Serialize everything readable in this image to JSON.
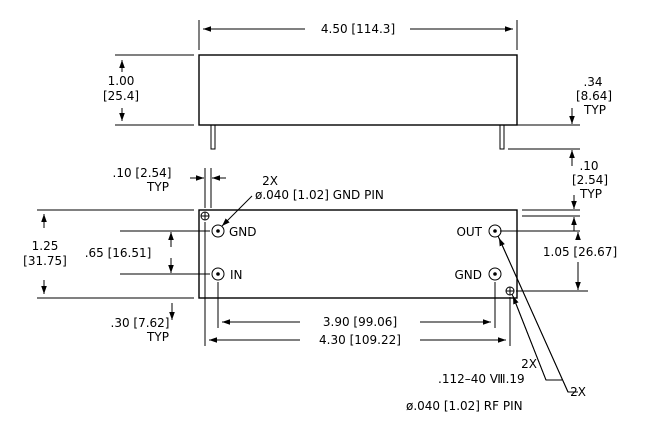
{
  "dimensions": {
    "overall_length": "4.50  [114.3]",
    "height_in": "1.00",
    "height_mm": "[25.4]",
    "pin_length_in": ".34",
    "pin_length_mm": "[8.64]",
    "pin_length_typ": "TYP",
    "pin_offset_in": ".10  [2.54]",
    "pin_offset_typ": "TYP",
    "right_pin_offset_in": ".10",
    "right_pin_offset_mm": "[2.54]",
    "right_pin_offset_typ": "TYP",
    "width_in": "1.25",
    "width_mm": "[31.75]",
    "pin_spacing": ".65  [16.51]",
    "bottom_offset": ".30  [7.62]",
    "bottom_offset_typ": "TYP",
    "right_height": "1.05  [26.67]",
    "pin_row_length": "3.90  [99.06]",
    "mount_hole_span": "4.30  [109.22]"
  },
  "callouts": {
    "gnd_pin_qty": "2X",
    "gnd_pin_spec": "ø.040  [1.02]  GND  PIN",
    "thread_qty": "2X",
    "thread_spec": ".112–40  Ⅷ.19",
    "rf_pin_qty": "2X",
    "rf_pin_spec": "ø.040  [1.02]  RF  PIN"
  },
  "pins": {
    "gnd_left": "GND",
    "in": "IN",
    "out": "OUT",
    "gnd_right": "GND"
  }
}
